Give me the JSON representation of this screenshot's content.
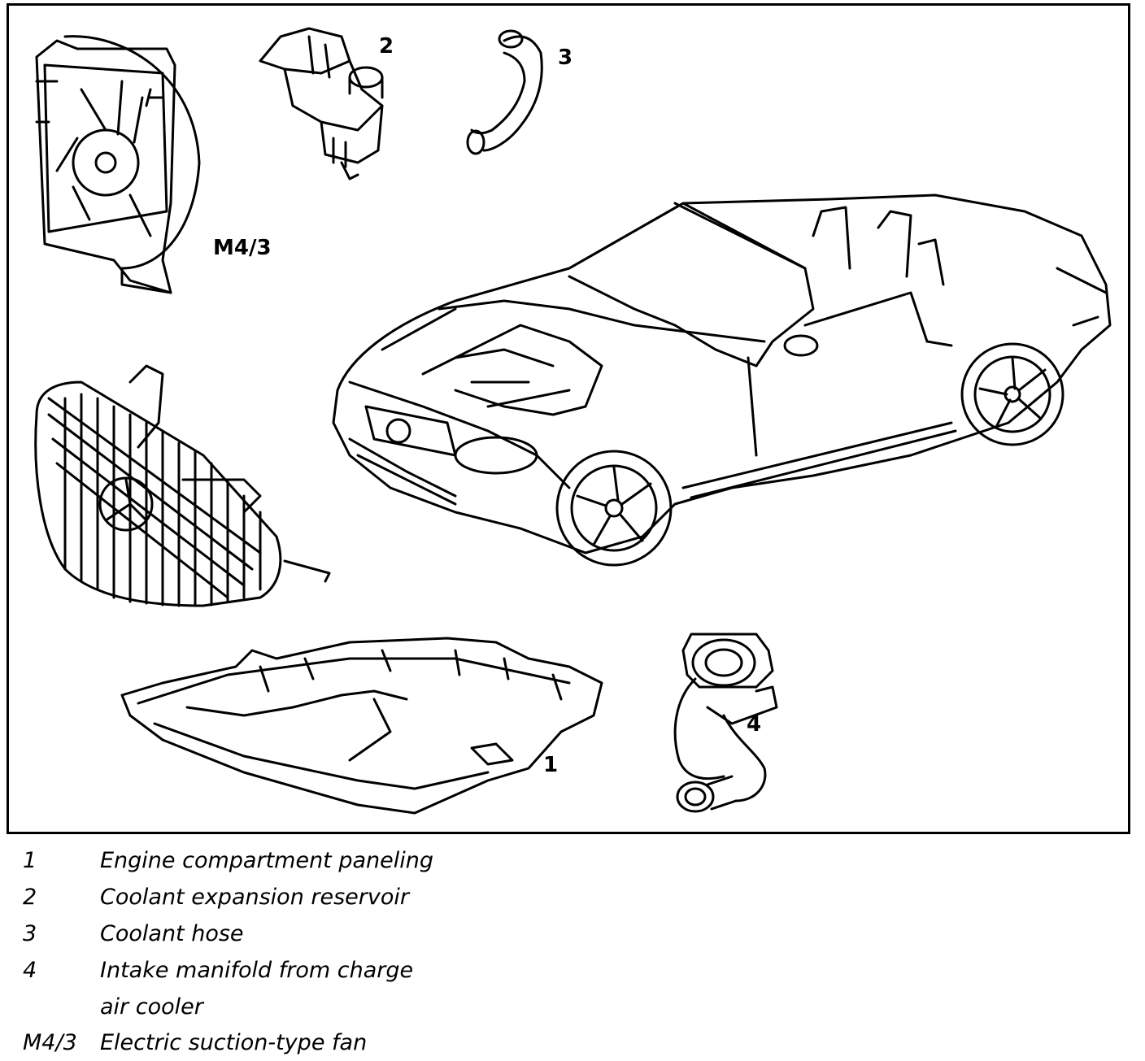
{
  "callouts": {
    "c1": "1",
    "c2": "2",
    "c3": "3",
    "c4": "4",
    "fan": "M4/3"
  },
  "legend": [
    {
      "key": "1",
      "text": "Engine compartment paneling"
    },
    {
      "key": "2",
      "text": "Coolant expansion reservoir"
    },
    {
      "key": "3",
      "text": "Coolant hose"
    },
    {
      "key": "4",
      "text": "Intake manifold from charge",
      "text2": "air cooler"
    },
    {
      "key": "M4/3",
      "text": "Electric suction-type fan"
    }
  ]
}
